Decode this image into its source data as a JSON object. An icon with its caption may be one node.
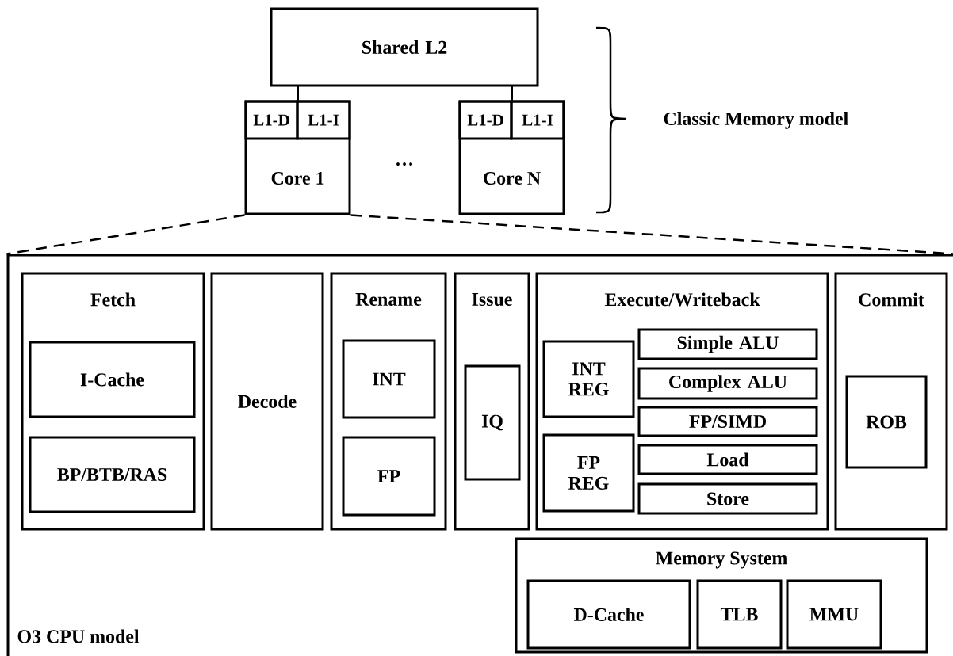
{
  "diagram": {
    "nodes": [
      {
        "text": [
          "Shared L2"
        ]
      },
      {
        "text": [
          "Core 1"
        ]
      },
      {
        "text": [
          "L1-D"
        ],
        "in": 1
      },
      {
        "text": [
          "L1-I"
        ],
        "in": 1
      },
      {
        "text": [
          "Core N"
        ]
      },
      {
        "text": [
          "L1-D"
        ],
        "in": 4
      },
      {
        "text": [
          "L1-I"
        ],
        "in": 4
      },
      {
        "text": [
          "O3 CPU model"
        ]
      },
      {
        "text": [
          "Fetch"
        ],
        "in": 7
      },
      {
        "text": [
          "I-Cache"
        ],
        "in": 8
      },
      {
        "text": [
          "BP/BTB/RAS"
        ],
        "in": 8
      },
      {
        "text": [
          "Decode"
        ],
        "in": 7
      },
      {
        "text": [
          "Rename"
        ],
        "in": 7
      },
      {
        "text": [
          "INT"
        ],
        "in": 12
      },
      {
        "text": [
          "FP"
        ],
        "in": 12
      },
      {
        "text": [
          "Issue"
        ],
        "in": 7
      },
      {
        "text": [
          "IQ"
        ],
        "in": 15
      },
      {
        "text": [
          "Execute/Writeback"
        ],
        "in": 7
      },
      {
        "text": [
          "INT REG"
        ],
        "in": 17
      },
      {
        "text": [
          "Simple ALU"
        ],
        "in": 17
      },
      {
        "text": [
          "Complex ALU"
        ],
        "in": 17
      },
      {
        "text": [
          "FP/SIMD"
        ],
        "in": 17
      },
      {
        "text": [
          "FP REG"
        ],
        "in": 17
      },
      {
        "text": [
          "Load"
        ],
        "in": 17
      },
      {
        "text": [
          "Store"
        ],
        "in": 17
      },
      {
        "text": [
          "Commit"
        ],
        "in": 7
      },
      {
        "text": [
          "ROB"
        ],
        "in": 25
      },
      {
        "text": [
          "Memory System"
        ],
        "in": 7
      },
      {
        "text": [
          "D-Cache"
        ],
        "in": 27
      },
      {
        "text": [
          "TLB"
        ],
        "in": 27
      },
      {
        "text": [
          "MMU"
        ],
        "in": 27
      }
    ],
    "edges": [
      {
        "from": 0,
        "to": 1,
        "arrow": "none"
      },
      {
        "from": 0,
        "to": 4,
        "arrow": "none"
      },
      {
        "from": 1,
        "to": 7,
        "arrow": "none",
        "style": "dashed"
      },
      {
        "from": 1,
        "to": 7,
        "arrow": "none",
        "style": "dashed"
      }
    ],
    "labels": [
      "…",
      "Classic Memory model"
    ]
  }
}
